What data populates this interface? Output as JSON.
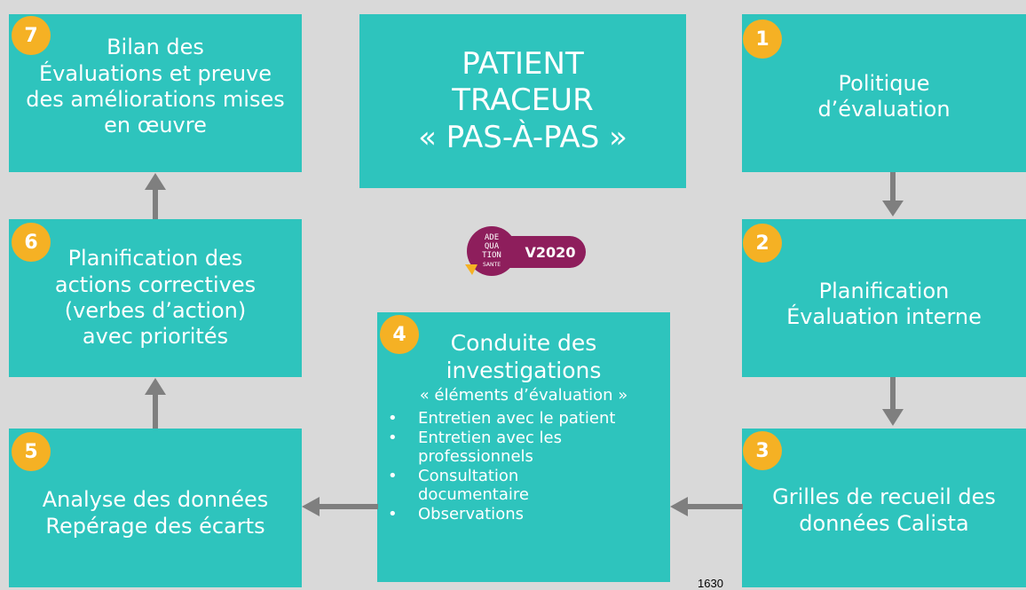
{
  "center": {
    "lines": [
      "PATIENT",
      "TRACEUR",
      "« PAS-À-PAS »"
    ]
  },
  "logo": {
    "letters": [
      "ADE",
      "QUA",
      "TION",
      "SANTE"
    ],
    "version": "V2020"
  },
  "steps": {
    "s1": {
      "number": "1",
      "lines": [
        "Politique",
        "d’évaluation"
      ]
    },
    "s2": {
      "number": "2",
      "lines": [
        "Planification",
        "Évaluation interne"
      ]
    },
    "s3": {
      "number": "3",
      "lines": [
        "Grilles de recueil des",
        "données Calista"
      ]
    },
    "s4": {
      "number": "4",
      "lines": [
        "Conduite des",
        "investigations"
      ],
      "subtitle": "« éléments d’évaluation »",
      "bullets": [
        "Entretien avec le patient",
        "Entretien avec les professionnels",
        "Consultation documentaire",
        "Observations"
      ]
    },
    "s5": {
      "number": "5",
      "lines": [
        "Analyse des données",
        "Repérage des écarts"
      ]
    },
    "s6": {
      "number": "6",
      "lines": [
        "Planification des",
        "actions correctives",
        "(verbes d’action)",
        "avec priorités"
      ]
    },
    "s7": {
      "number": "7",
      "lines": [
        "Bilan des",
        "Évaluations et preuve",
        "des améliorations mises",
        "en œuvre"
      ]
    }
  },
  "page_number": "1630",
  "colors": {
    "box": "#2ec4bd",
    "badge": "#f5b124",
    "arrow": "#7f7f7f",
    "background": "#d9d9d9",
    "logo": "#8e1e5c"
  }
}
